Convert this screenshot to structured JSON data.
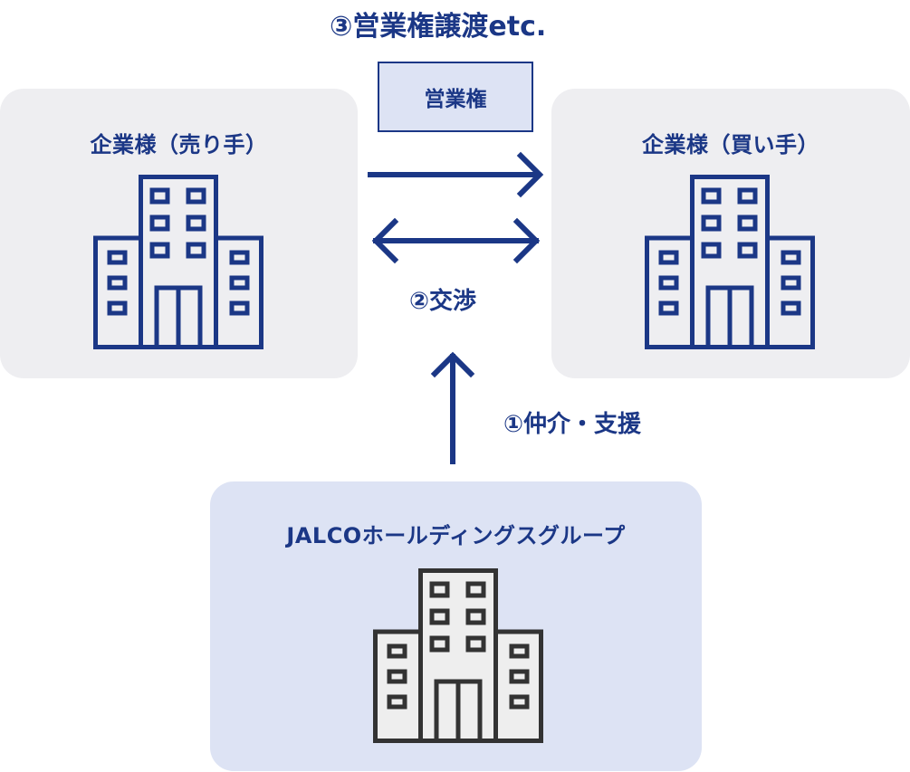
{
  "steps": {
    "step3": "③営業権譲渡etc.",
    "step2": "②交渉",
    "step1": "①仲介・支援"
  },
  "asset_box": {
    "label": "営業権"
  },
  "cards": {
    "seller": {
      "title": "企業様（売り手）"
    },
    "buyer": {
      "title": "企業様（買い手）"
    },
    "group": {
      "title": "JALCOホールディングスグループ"
    }
  },
  "icons": {
    "seller_building": "building-icon",
    "buyer_building": "building-icon",
    "group_building": "building-icon",
    "transfer_arrow": "arrow-right-icon",
    "negotiation_arrow": "double-arrow-icon",
    "support_arrow": "arrow-up-icon"
  },
  "colors": {
    "primary": "#1b3786",
    "company_card": "#eeeef1",
    "group_card": "#dde3f4",
    "group_building_stroke": "#333333",
    "group_building_fill": "#eeeeee"
  }
}
